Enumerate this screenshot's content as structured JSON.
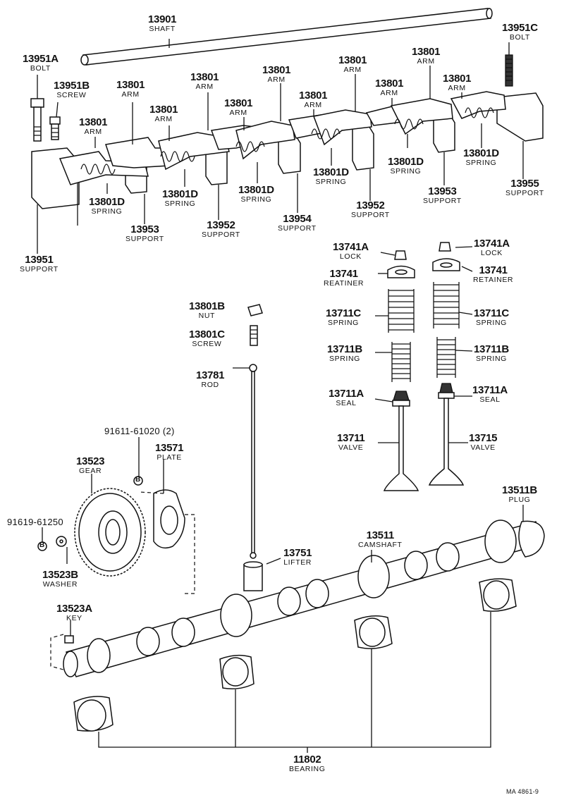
{
  "labels": [
    {
      "id": "l13901",
      "num": "13901",
      "txt": "SHAFT"
    },
    {
      "id": "l13951c",
      "num": "13951C",
      "txt": "BOLT"
    },
    {
      "id": "l13951a",
      "num": "13951A",
      "txt": "BOLT"
    },
    {
      "id": "l13951b",
      "num": "13951B",
      "txt": "SCREW"
    },
    {
      "id": "l_arm1",
      "num": "13801",
      "txt": "ARM"
    },
    {
      "id": "l_arm2",
      "num": "13801",
      "txt": "ARM"
    },
    {
      "id": "l_arm3",
      "num": "13801",
      "txt": "ARM"
    },
    {
      "id": "l_arm4",
      "num": "13801",
      "txt": "ARM"
    },
    {
      "id": "l_arm5",
      "num": "13801",
      "txt": "ARM"
    },
    {
      "id": "l_arm6",
      "num": "13801",
      "txt": "ARM"
    },
    {
      "id": "l_arm7",
      "num": "13801",
      "txt": "ARM"
    },
    {
      "id": "l_arm8",
      "num": "13801",
      "txt": "ARM"
    },
    {
      "id": "l_arm9",
      "num": "13801",
      "txt": "ARM"
    },
    {
      "id": "l_arm10",
      "num": "13801",
      "txt": "ARM"
    },
    {
      "id": "l_arm11",
      "num": "13801",
      "txt": "ARM"
    },
    {
      "id": "l_spr1",
      "num": "13801D",
      "txt": "SPRING"
    },
    {
      "id": "l_spr2",
      "num": "13801D",
      "txt": "SPRING"
    },
    {
      "id": "l_spr3",
      "num": "13801D",
      "txt": "SPRING"
    },
    {
      "id": "l_spr4",
      "num": "13801D",
      "txt": "SPRING"
    },
    {
      "id": "l_spr5",
      "num": "13801D",
      "txt": "SPRING"
    },
    {
      "id": "l_spr6",
      "num": "13801D",
      "txt": "SPRING"
    },
    {
      "id": "l13951",
      "num": "13951",
      "txt": "SUPPORT"
    },
    {
      "id": "l13953a",
      "num": "13953",
      "txt": "SUPPORT"
    },
    {
      "id": "l13952a",
      "num": "13952",
      "txt": "SUPPORT"
    },
    {
      "id": "l13954",
      "num": "13954",
      "txt": "SUPPORT"
    },
    {
      "id": "l13952b",
      "num": "13952",
      "txt": "SUPPORT"
    },
    {
      "id": "l13953b",
      "num": "13953",
      "txt": "SUPPORT"
    },
    {
      "id": "l13955",
      "num": "13955",
      "txt": "SUPPORT"
    },
    {
      "id": "l13741a1",
      "num": "13741A",
      "txt": "LOCK"
    },
    {
      "id": "l13741a2",
      "num": "13741A",
      "txt": "LOCK"
    },
    {
      "id": "l13741_1",
      "num": "13741",
      "txt": "REATINER"
    },
    {
      "id": "l13741_2",
      "num": "13741",
      "txt": "RETAINER"
    },
    {
      "id": "l13711c1",
      "num": "13711C",
      "txt": "SPRING"
    },
    {
      "id": "l13711c2",
      "num": "13711C",
      "txt": "SPRING"
    },
    {
      "id": "l13711b1",
      "num": "13711B",
      "txt": "SPRING"
    },
    {
      "id": "l13711b2",
      "num": "13711B",
      "txt": "SPRING"
    },
    {
      "id": "l13711a1",
      "num": "13711A",
      "txt": "SEAL"
    },
    {
      "id": "l13711a2",
      "num": "13711A",
      "txt": "SEAL"
    },
    {
      "id": "l13711",
      "num": "13711",
      "txt": "VALVE"
    },
    {
      "id": "l13715",
      "num": "13715",
      "txt": "VALVE"
    },
    {
      "id": "l13801b",
      "num": "13801B",
      "txt": "NUT"
    },
    {
      "id": "l13801c",
      "num": "13801C",
      "txt": "SCREW"
    },
    {
      "id": "l13781",
      "num": "13781",
      "txt": "ROD"
    },
    {
      "id": "l13751",
      "num": "13751",
      "txt": "LIFTER"
    },
    {
      "id": "l13571",
      "num": "13571",
      "txt": "PLATE"
    },
    {
      "id": "l13523",
      "num": "13523",
      "txt": "GEAR"
    },
    {
      "id": "l13523b",
      "num": "13523B",
      "txt": "WASHER"
    },
    {
      "id": "l13523a",
      "num": "13523A",
      "txt": "KEY"
    },
    {
      "id": "l13511",
      "num": "13511",
      "txt": "CAMSHAFT"
    },
    {
      "id": "l13511b",
      "num": "13511B",
      "txt": "PLUG"
    },
    {
      "id": "l11802",
      "num": "11802",
      "txt": "BEARING"
    }
  ],
  "codes": {
    "bolt_plate": "91611-61020 (2)",
    "bolt_washer": "91619-61250",
    "ref_b1": "B",
    "ref_b2": "B",
    "footer": "MA 4861-9"
  }
}
